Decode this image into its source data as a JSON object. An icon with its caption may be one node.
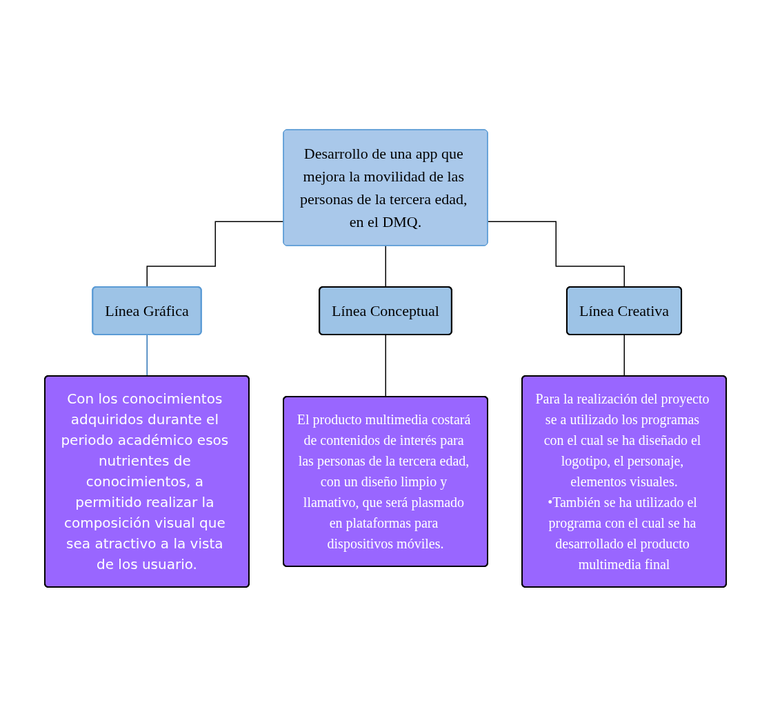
{
  "diagram": {
    "nodes": [
      {
        "text": [
          "Desarrollo de una app que mejora la movilidad de las personas de la tercera edad, en el DMQ."
        ]
      },
      {
        "text": [
          "Línea Gráfica"
        ]
      },
      {
        "text": [
          "Línea Conceptual"
        ]
      },
      {
        "text": [
          "Línea Creativa"
        ]
      },
      {
        "text": [
          "Con los conocimientos adquiridos durante el periodo académico esos nutrientes de conocimientos, a permitido realizar la composición visual que sea atractivo a la vista de los usuario."
        ]
      },
      {
        "text": [
          "El producto multimedia costará de contenidos de interés para las personas de la tercera edad, con un diseño limpio y llamativo, que será plasmado en plataformas para dispositivos móviles."
        ]
      },
      {
        "text": [
          "Para la realización del proyecto se a utilizado los programas con el cual se ha diseñado el logotipo, el personaje, elementos visuales.",
          "•También se ha utilizado el programa con el cual se ha desarrollado el producto multimedia final"
        ]
      }
    ],
    "edges": [
      {
        "from": 0,
        "to": 1,
        "arrow": "none"
      },
      {
        "from": 0,
        "to": 2,
        "arrow": "none"
      },
      {
        "from": 0,
        "to": 3,
        "arrow": "none"
      },
      {
        "from": 1,
        "to": 4,
        "arrow": "none",
        "color": "#2e75b6"
      },
      {
        "from": 2,
        "to": 5,
        "arrow": "none"
      },
      {
        "from": 3,
        "to": 6,
        "arrow": "none"
      }
    ]
  }
}
